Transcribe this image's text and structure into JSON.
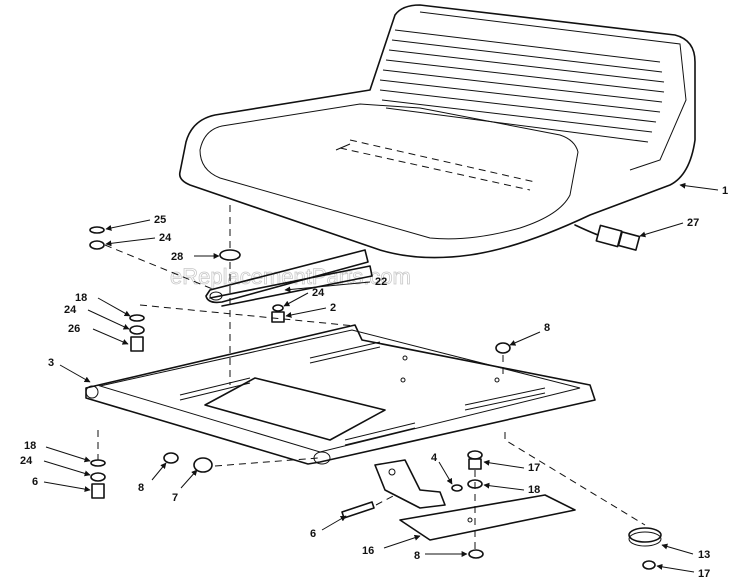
{
  "watermark": "eReplacementParts.com",
  "callouts": {
    "c1": "1",
    "c27": "27",
    "c25": "25",
    "c24a": "24",
    "c28": "28",
    "c22": "22",
    "c24b": "24",
    "c2": "2",
    "c18a": "18",
    "c24c": "24",
    "c26": "26",
    "c3": "3",
    "c8a": "8",
    "c18b": "18",
    "c24d": "24",
    "c6a": "6",
    "c8b": "8",
    "c7": "7",
    "c4": "4",
    "c17a": "17",
    "c18c": "18",
    "c6b": "6",
    "c16": "16",
    "c8c": "8",
    "c13": "13",
    "c17b": "17"
  }
}
